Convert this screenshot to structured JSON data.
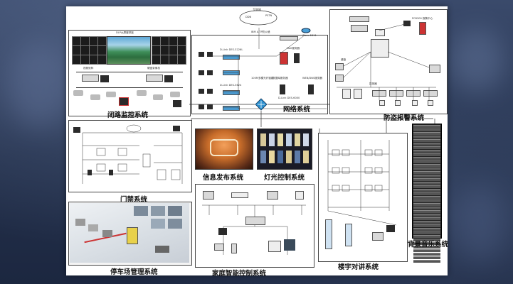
{
  "labels": {
    "cctv": "闭路监控系统",
    "network": "网络系统",
    "alarm": "防盗报警系统",
    "access": "门禁系统",
    "info": "信息发布系统",
    "lighting": "灯光控制系统",
    "intercom": "楼宇对讲系统",
    "music": "背景音乐系统",
    "parking": "停车场管理系统",
    "home": "家庭智能控制系统"
  },
  "network_tiny": {
    "internet": "互联网",
    "pstn": "PSTN",
    "ddn": "DDN",
    "cisco": "Cisco 2611",
    "ibm": "IBM A.TP防火墙",
    "dlink_core": "D-Link DES-6000",
    "dlink1": "D-Link DES-3226L",
    "dlink2": "D-Link DES-3624",
    "web": "WEB/DNS服务器",
    "db": "数据库服务器",
    "mail": "Mail服务器",
    "switch": "100M多模光纤链路"
  },
  "cctv_tiny": {
    "wall": "DLP大屏幕拼接",
    "matrix": "视频矩阵",
    "dvr": "硬盘录像机"
  },
  "alarm_tiny": {
    "host": "报警主机",
    "keypad": "键盘",
    "detector": "探测器",
    "pc": "PC8300 报警中心"
  },
  "colors": {
    "sheet": "#ffffff",
    "background": "#2c3a57",
    "hub": "#2b8fcf"
  }
}
